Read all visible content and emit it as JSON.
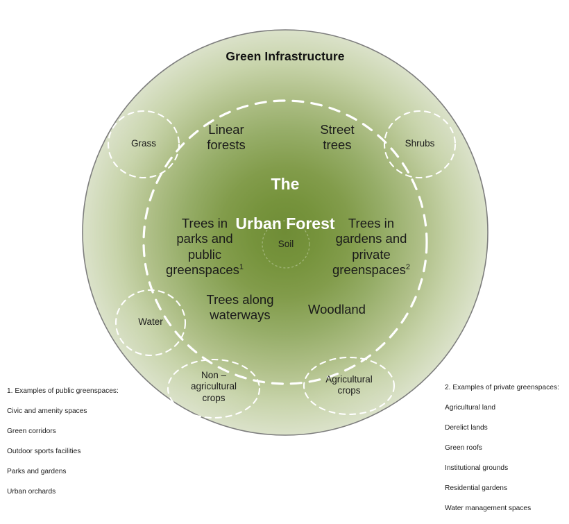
{
  "diagram": {
    "outer_title": "Green Infrastructure",
    "core_title_line1": "The",
    "core_title_line2": "Urban Forest",
    "center_node": "Soil",
    "segments": [
      {
        "id": "linear-forests",
        "label": "Linear\nforests"
      },
      {
        "id": "street-trees",
        "label": "Street\ntrees"
      },
      {
        "id": "trees-parks-public",
        "label": "Trees in\nparks and\npublic\ngreenspaces",
        "footnote_marker": "1"
      },
      {
        "id": "trees-gardens-private",
        "label": "Trees in\ngardens and\nprivate\ngreenspaces",
        "footnote_marker": "2"
      },
      {
        "id": "trees-waterways",
        "label": "Trees along\nwaterways"
      },
      {
        "id": "woodland",
        "label": "Woodland"
      }
    ],
    "satellites": [
      {
        "id": "grass",
        "label": "Grass"
      },
      {
        "id": "shrubs",
        "label": "Shrubs"
      },
      {
        "id": "water",
        "label": "Water"
      },
      {
        "id": "non-agricultural-crops",
        "label": "Non –\nagricultural\ncrops"
      },
      {
        "id": "agricultural-crops",
        "label": "Agricultural\ncrops"
      }
    ],
    "footnotes": {
      "left": {
        "heading": "1. Examples of public greenspaces:",
        "items": [
          "Civic and amenity spaces",
          "Green corridors",
          "Outdoor sports facilities",
          "Parks and gardens",
          "Urban orchards"
        ]
      },
      "right": {
        "heading": "2. Examples of private greenspaces:",
        "items": [
          "Agricultural land",
          "Derelict lands",
          "Green roofs",
          "Institutional grounds",
          "Residential gardens",
          "Water management spaces"
        ]
      }
    },
    "colors": {
      "core_green": "#7b9740",
      "mid_green": "#a8bb86",
      "outer_green": "#d9e1c7",
      "outline_gray": "#7a7a7a",
      "dashed_white": "#ffffff",
      "text_dark": "#1a1a1a",
      "background": "#ffffff"
    }
  }
}
